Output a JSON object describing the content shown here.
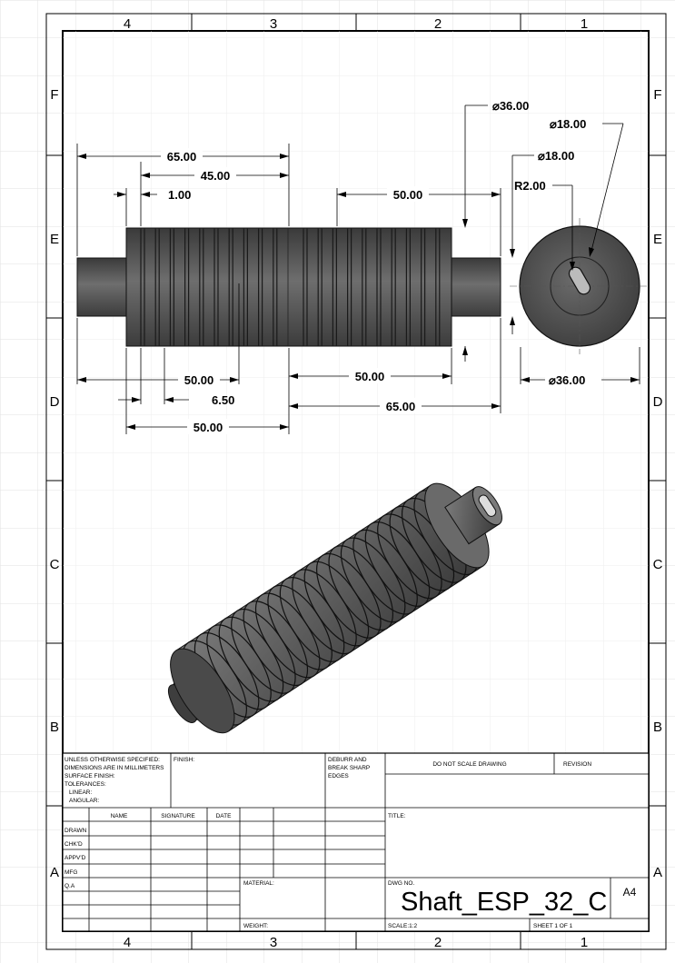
{
  "zone_labels": {
    "columns": [
      "4",
      "3",
      "2",
      "1"
    ],
    "rows": [
      "F",
      "E",
      "D",
      "C",
      "B",
      "A"
    ]
  },
  "dimensions": {
    "d65_top": "65.00",
    "d45": "45.00",
    "d1": "1.00",
    "d50_top": "50.00",
    "dia36_top": "36.00",
    "dia18_a": "18.00",
    "dia18_b": "18.00",
    "r2": "R2.00",
    "d50_bl": "50.00",
    "d650": "6.50",
    "d50_b2": "50.00",
    "d50_br": "50.00",
    "d65_br": "65.00",
    "dia36_side": "36.00"
  },
  "title_block": {
    "unless_lines": [
      "UNLESS OTHERWISE SPECIFIED:",
      "DIMENSIONS ARE IN MILLIMETERS",
      "SURFACE FINISH:",
      "TOLERANCES:",
      "LINEAR:",
      "ANGULAR:"
    ],
    "finish": "FINISH:",
    "deburr_lines": [
      "DEBURR AND",
      "BREAK SHARP",
      "EDGES"
    ],
    "do_not_scale": "DO NOT SCALE DRAWING",
    "revision": "REVISION",
    "col_name": "NAME",
    "col_signature": "SIGNATURE",
    "col_date": "DATE",
    "rows": [
      "DRAWN",
      "CHK'D",
      "APPV'D",
      "MFG",
      "Q.A"
    ],
    "title": "TITLE:",
    "material": "MATERIAL:",
    "dwg_no_label": "DWG NO.",
    "dwg_no": "Shaft_ESP_32_C",
    "size": "A4",
    "weight": "WEIGHT:",
    "scale": "SCALE:1:2",
    "sheet": "SHEET 1 OF 1"
  }
}
